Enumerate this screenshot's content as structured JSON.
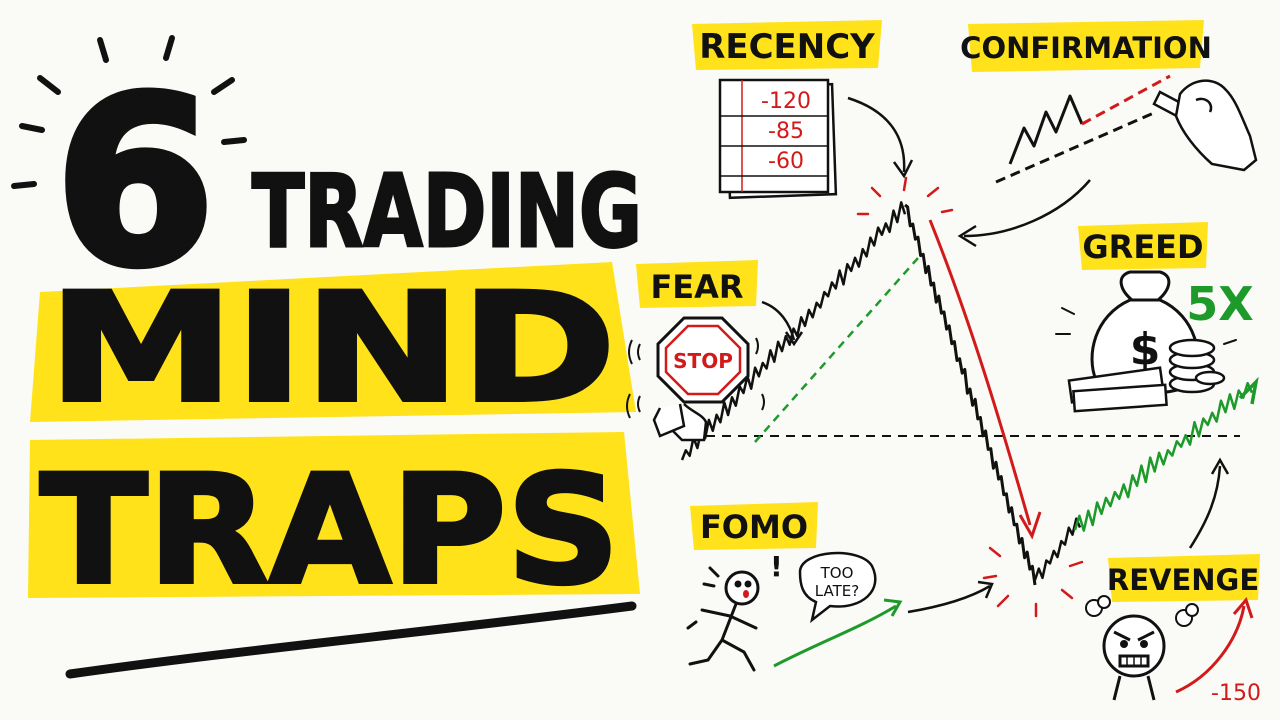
{
  "title": {
    "number": "6",
    "line1": "TRADING",
    "line2": "MIND",
    "line3": "TRAPS"
  },
  "traps": {
    "recency": {
      "label": "RECENCY",
      "losses": [
        "-120",
        "-85",
        "-60"
      ]
    },
    "confirmation": {
      "label": "CONFIRMATION"
    },
    "fear": {
      "label": "FEAR",
      "sign": "STOP"
    },
    "greed": {
      "label": "GREED",
      "multiplier": "5X",
      "bag_symbol": "$"
    },
    "fomo": {
      "label": "FOMO",
      "speech_line1": "TOO",
      "speech_line2": "LATE?",
      "exclaim": "!"
    },
    "revenge": {
      "label": "REVENGE",
      "loss": "-150"
    }
  },
  "colors": {
    "highlight": "#ffe21a",
    "ink": "#111111",
    "down": "#d21a1a",
    "up": "#1e9a2a",
    "background": "#fafaf7"
  },
  "icons": [
    "stop-sign-icon",
    "money-bag-icon",
    "running-person-icon",
    "angry-face-icon",
    "drawing-hand-icon",
    "notepad-icon"
  ]
}
